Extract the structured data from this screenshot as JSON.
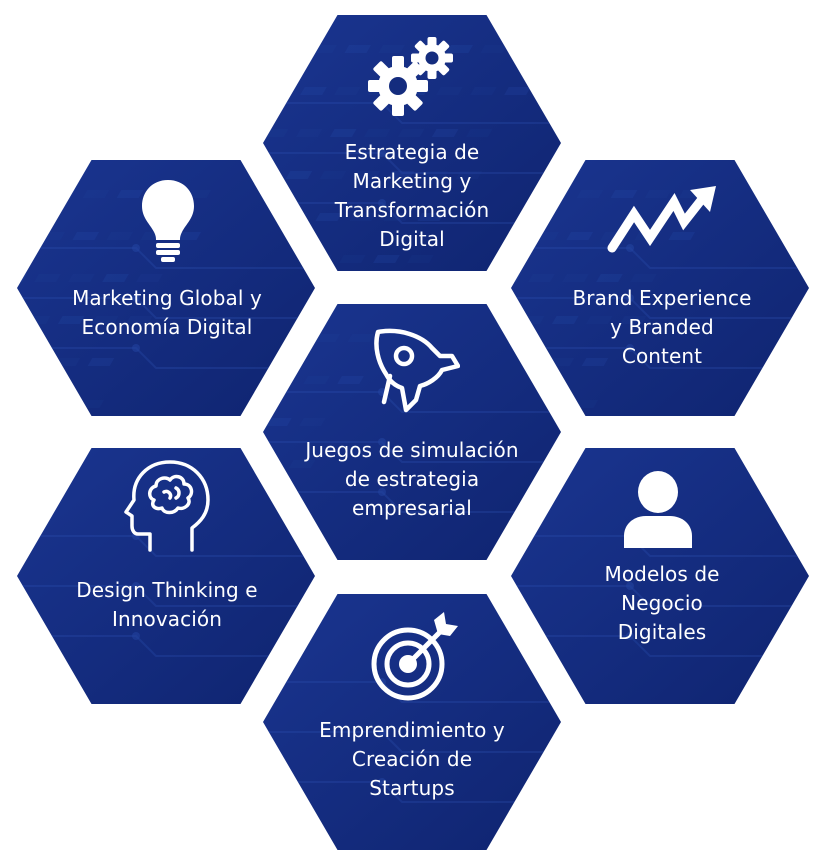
{
  "colors": {
    "hex_fill": "#12297a",
    "hex_fill_light": "#1d3a96",
    "accent_lines": "#2f55b8",
    "icon": "#ffffff",
    "text": "#ffffff"
  },
  "hexagons": [
    {
      "id": "top",
      "label": "Estrategia de\nMarketing y\nTransformación\nDigital",
      "icon": "gears-icon"
    },
    {
      "id": "upper-left",
      "label": "Marketing Global y\nEconomía Digital",
      "icon": "lightbulb-icon"
    },
    {
      "id": "upper-right",
      "label": "Brand Experience\ny Branded\nContent",
      "icon": "trend-arrow-icon"
    },
    {
      "id": "center",
      "label": "Juegos de simulación\nde estrategia\nempresarial",
      "icon": "rocket-icon"
    },
    {
      "id": "lower-left",
      "label": "Design Thinking e\nInnovación",
      "icon": "brain-head-icon"
    },
    {
      "id": "lower-right",
      "label": "Modelos de\nNegocio\nDigitales",
      "icon": "user-icon"
    },
    {
      "id": "bottom",
      "label": "Emprendimiento y\nCreación de\nStartups",
      "icon": "target-icon"
    }
  ]
}
